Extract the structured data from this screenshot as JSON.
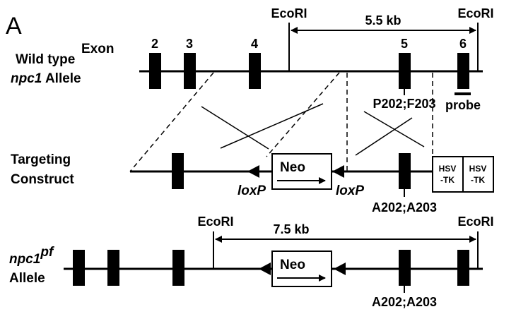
{
  "panel_letter": "A",
  "exon_heading": "Exon",
  "wildtype": {
    "label_line1": "Wild type",
    "label_gene": "npc1",
    "label_word": "Allele",
    "exon_numbers": [
      "2",
      "3",
      "4",
      "5",
      "6"
    ],
    "ecori_left": "EcoRI",
    "ecori_right": "EcoRI",
    "fragment_size": "5.5 kb",
    "mutation": "P202;F203",
    "probe": "probe"
  },
  "construct": {
    "label_line1": "Targeting",
    "label_line2": "Construct",
    "neo": "Neo",
    "loxp_left": "loxP",
    "loxp_right": "loxP",
    "hsv_tk": [
      "HSV",
      "-TK",
      "HSV",
      "-TK"
    ],
    "mutation": "A202;A203"
  },
  "mutant": {
    "label_gene": "npc1",
    "label_sup": "pf",
    "label_word": "Allele",
    "ecori_left": "EcoRI",
    "ecori_right": "EcoRI",
    "fragment_size": "7.5 kb",
    "neo": "Neo",
    "mutation": "A202;A203"
  }
}
